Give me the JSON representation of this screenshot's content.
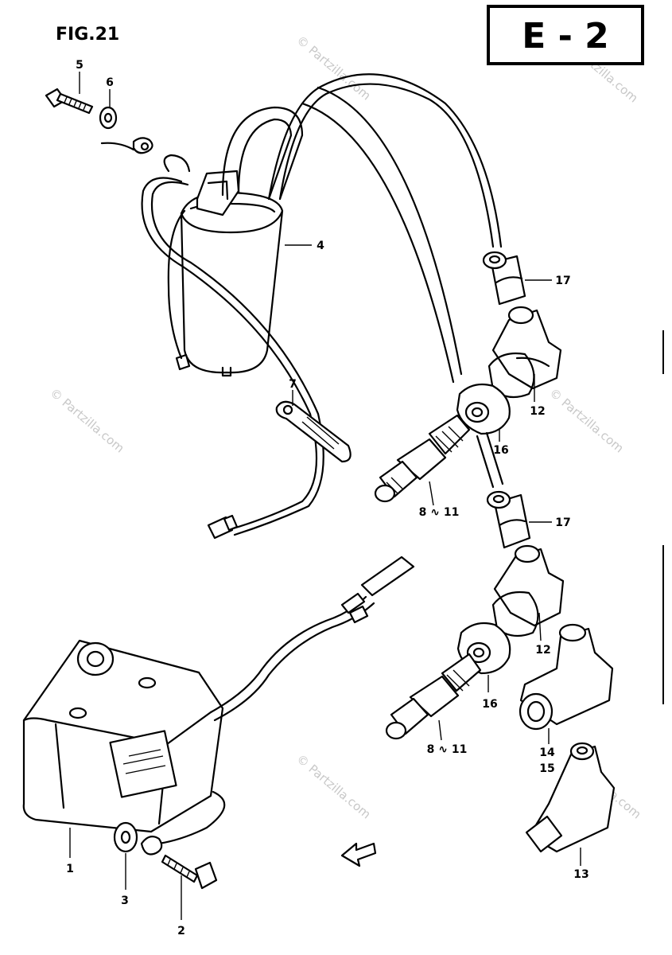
{
  "figure": {
    "title": "FIG.21",
    "section": "E - 2"
  },
  "watermark": {
    "text": "© Partzilla.com"
  },
  "callouts": [
    {
      "id": "c1",
      "text": "1"
    },
    {
      "id": "c2",
      "text": "2"
    },
    {
      "id": "c3",
      "text": "3"
    },
    {
      "id": "c4",
      "text": "4"
    },
    {
      "id": "c5",
      "text": "5"
    },
    {
      "id": "c6",
      "text": "6"
    },
    {
      "id": "c7",
      "text": "7"
    },
    {
      "id": "c8a",
      "text": "8 ∿ 11"
    },
    {
      "id": "c8b",
      "text": "8 ∿ 11"
    },
    {
      "id": "c12a",
      "text": "12"
    },
    {
      "id": "c12b",
      "text": "12"
    },
    {
      "id": "c13",
      "text": "13"
    },
    {
      "id": "c14",
      "text": "14"
    },
    {
      "id": "c15",
      "text": "15"
    },
    {
      "id": "c16a",
      "text": "16"
    },
    {
      "id": "c16b",
      "text": "16"
    },
    {
      "id": "c17a",
      "text": "17"
    },
    {
      "id": "c17b",
      "text": "17"
    }
  ]
}
